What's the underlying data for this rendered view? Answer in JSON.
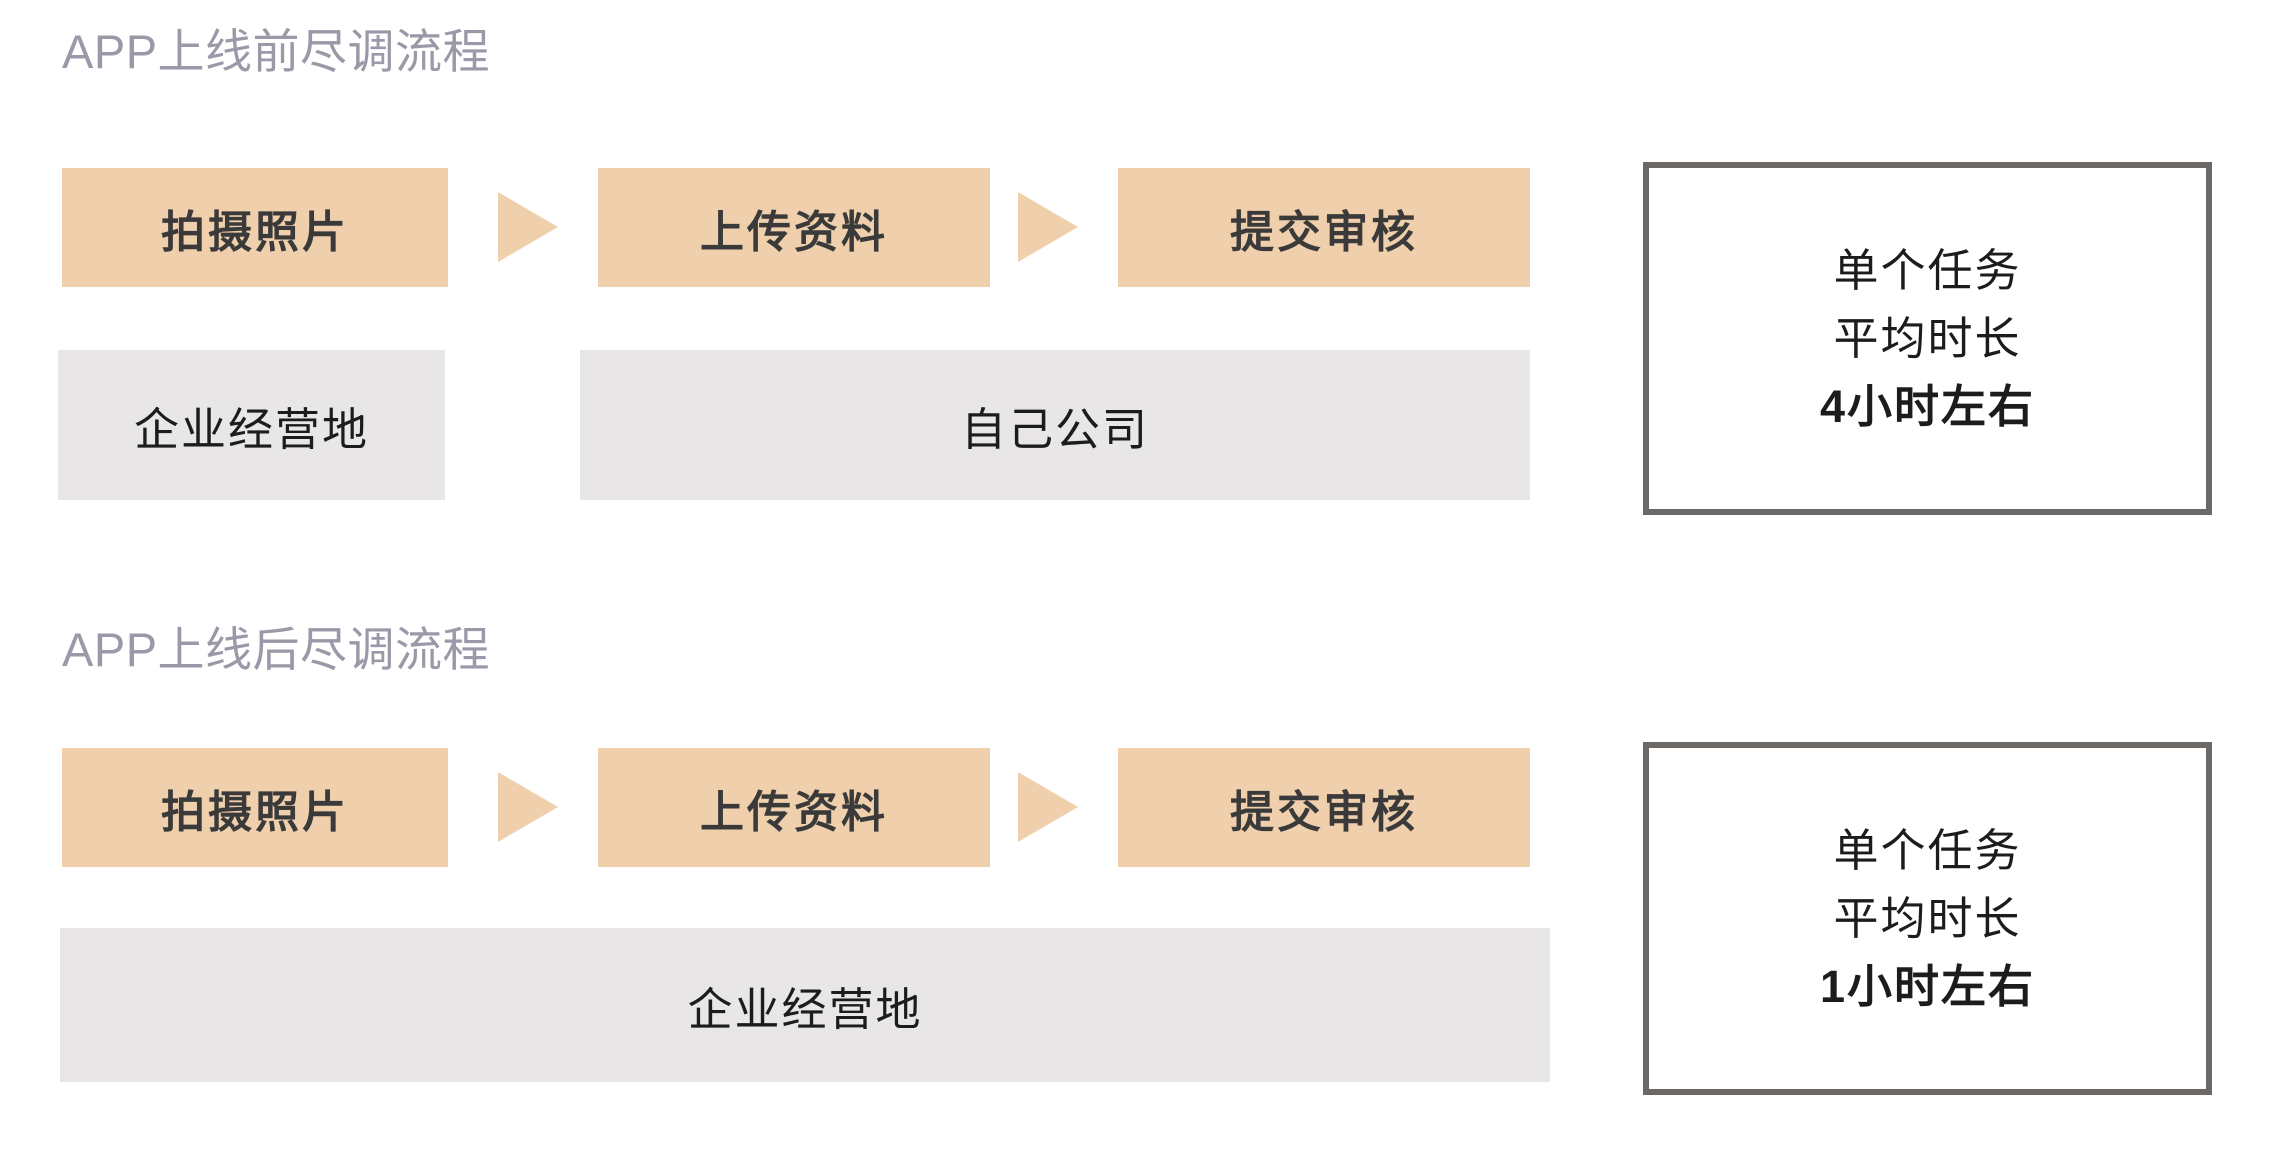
{
  "sections": [
    {
      "title": "APP上线前尽调流程",
      "steps": [
        {
          "label": "拍摄照片"
        },
        {
          "label": "上传资料"
        },
        {
          "label": "提交审核"
        }
      ],
      "arrows": [
        {
          "name": "play-triangle-icon"
        },
        {
          "name": "play-triangle-icon"
        }
      ],
      "locations": [
        {
          "label": "企业经营地"
        },
        {
          "label": "自己公司"
        }
      ],
      "summary": {
        "line1": "单个任务",
        "line2": "平均时长",
        "line3": "4小时左右"
      }
    },
    {
      "title": "APP上线后尽调流程",
      "steps": [
        {
          "label": "拍摄照片"
        },
        {
          "label": "上传资料"
        },
        {
          "label": "提交审核"
        }
      ],
      "arrows": [
        {
          "name": "play-triangle-icon"
        },
        {
          "name": "play-triangle-icon"
        }
      ],
      "locations": [
        {
          "label": "企业经营地"
        }
      ],
      "summary": {
        "line1": "单个任务",
        "line2": "平均时长",
        "line3": "1小时左右"
      }
    }
  ],
  "colors": {
    "background": "#ffffff",
    "step_fill": "#f0cfac",
    "location_fill": "#e8e6e6",
    "title_text": "#9a99a8",
    "body_text": "#1c1c1c",
    "step_text": "#3a3a3a",
    "summary_border": "#6b6866"
  }
}
